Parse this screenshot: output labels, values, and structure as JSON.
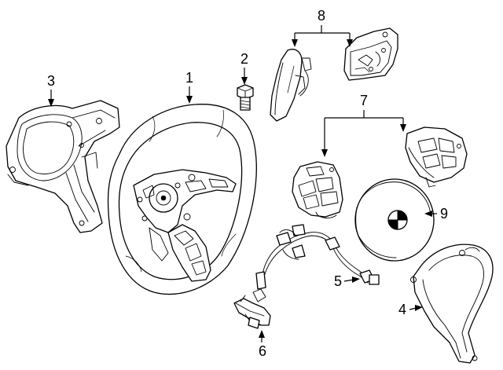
{
  "callouts": [
    {
      "id": "1",
      "label": "1"
    },
    {
      "id": "2",
      "label": "2"
    },
    {
      "id": "3",
      "label": "3"
    },
    {
      "id": "4",
      "label": "4"
    },
    {
      "id": "5",
      "label": "5"
    },
    {
      "id": "6",
      "label": "6"
    },
    {
      "id": "7",
      "label": "7"
    },
    {
      "id": "8",
      "label": "8"
    },
    {
      "id": "9",
      "label": "9"
    }
  ],
  "parts": [
    {
      "callout": "1",
      "icon": "steering-wheel-icon"
    },
    {
      "callout": "2",
      "icon": "bolt-icon"
    },
    {
      "callout": "3",
      "icon": "lower-trim-cover-icon"
    },
    {
      "callout": "4",
      "icon": "spoke-trim-cover-icon"
    },
    {
      "callout": "5",
      "icon": "wiring-harness-icon"
    },
    {
      "callout": "6",
      "icon": "connector-icon"
    },
    {
      "callout": "7",
      "icon": "switch-assembly-icon"
    },
    {
      "callout": "8",
      "icon": "paddle-shifter-icon"
    },
    {
      "callout": "9",
      "icon": "airbag-module-icon"
    }
  ]
}
